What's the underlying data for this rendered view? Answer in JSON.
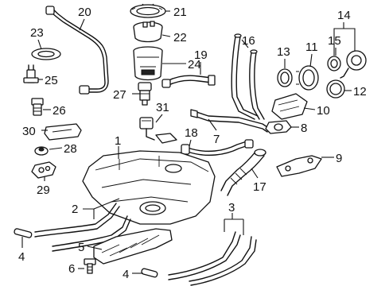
{
  "diagram": {
    "callouts": {
      "c1": "1",
      "c2": "2",
      "c3": "3",
      "c4a": "4",
      "c4b": "4",
      "c5": "5",
      "c6": "6",
      "c7": "7",
      "c8": "8",
      "c9": "9",
      "c10": "10",
      "c11": "11",
      "c12": "12",
      "c13": "13",
      "c14": "14",
      "c15": "15",
      "c16": "16",
      "c17": "17",
      "c18": "18",
      "c19": "19",
      "c20": "20",
      "c21": "21",
      "c22": "22",
      "c23": "23",
      "c24": "24",
      "c25": "25",
      "c26": "26",
      "c27": "27",
      "c28": "28",
      "c29": "29",
      "c30": "30",
      "c31": "31"
    }
  }
}
